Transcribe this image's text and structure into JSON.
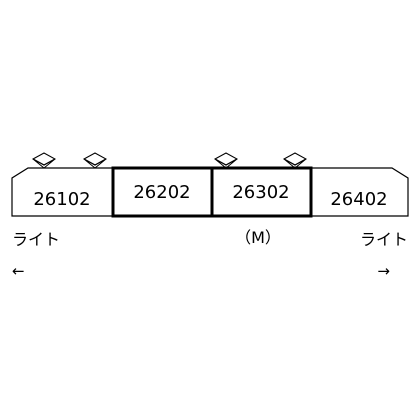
{
  "cars": [
    {
      "number": "26102",
      "has_motor": false
    },
    {
      "number": "26202",
      "has_motor": false
    },
    {
      "number": "26302",
      "has_motor": true
    },
    {
      "number": "26402",
      "has_motor": false
    }
  ],
  "labels": {
    "left_light": "ライト",
    "right_light": "ライト",
    "motor": "（M）",
    "left_arrow": "←",
    "right_arrow": "→"
  }
}
